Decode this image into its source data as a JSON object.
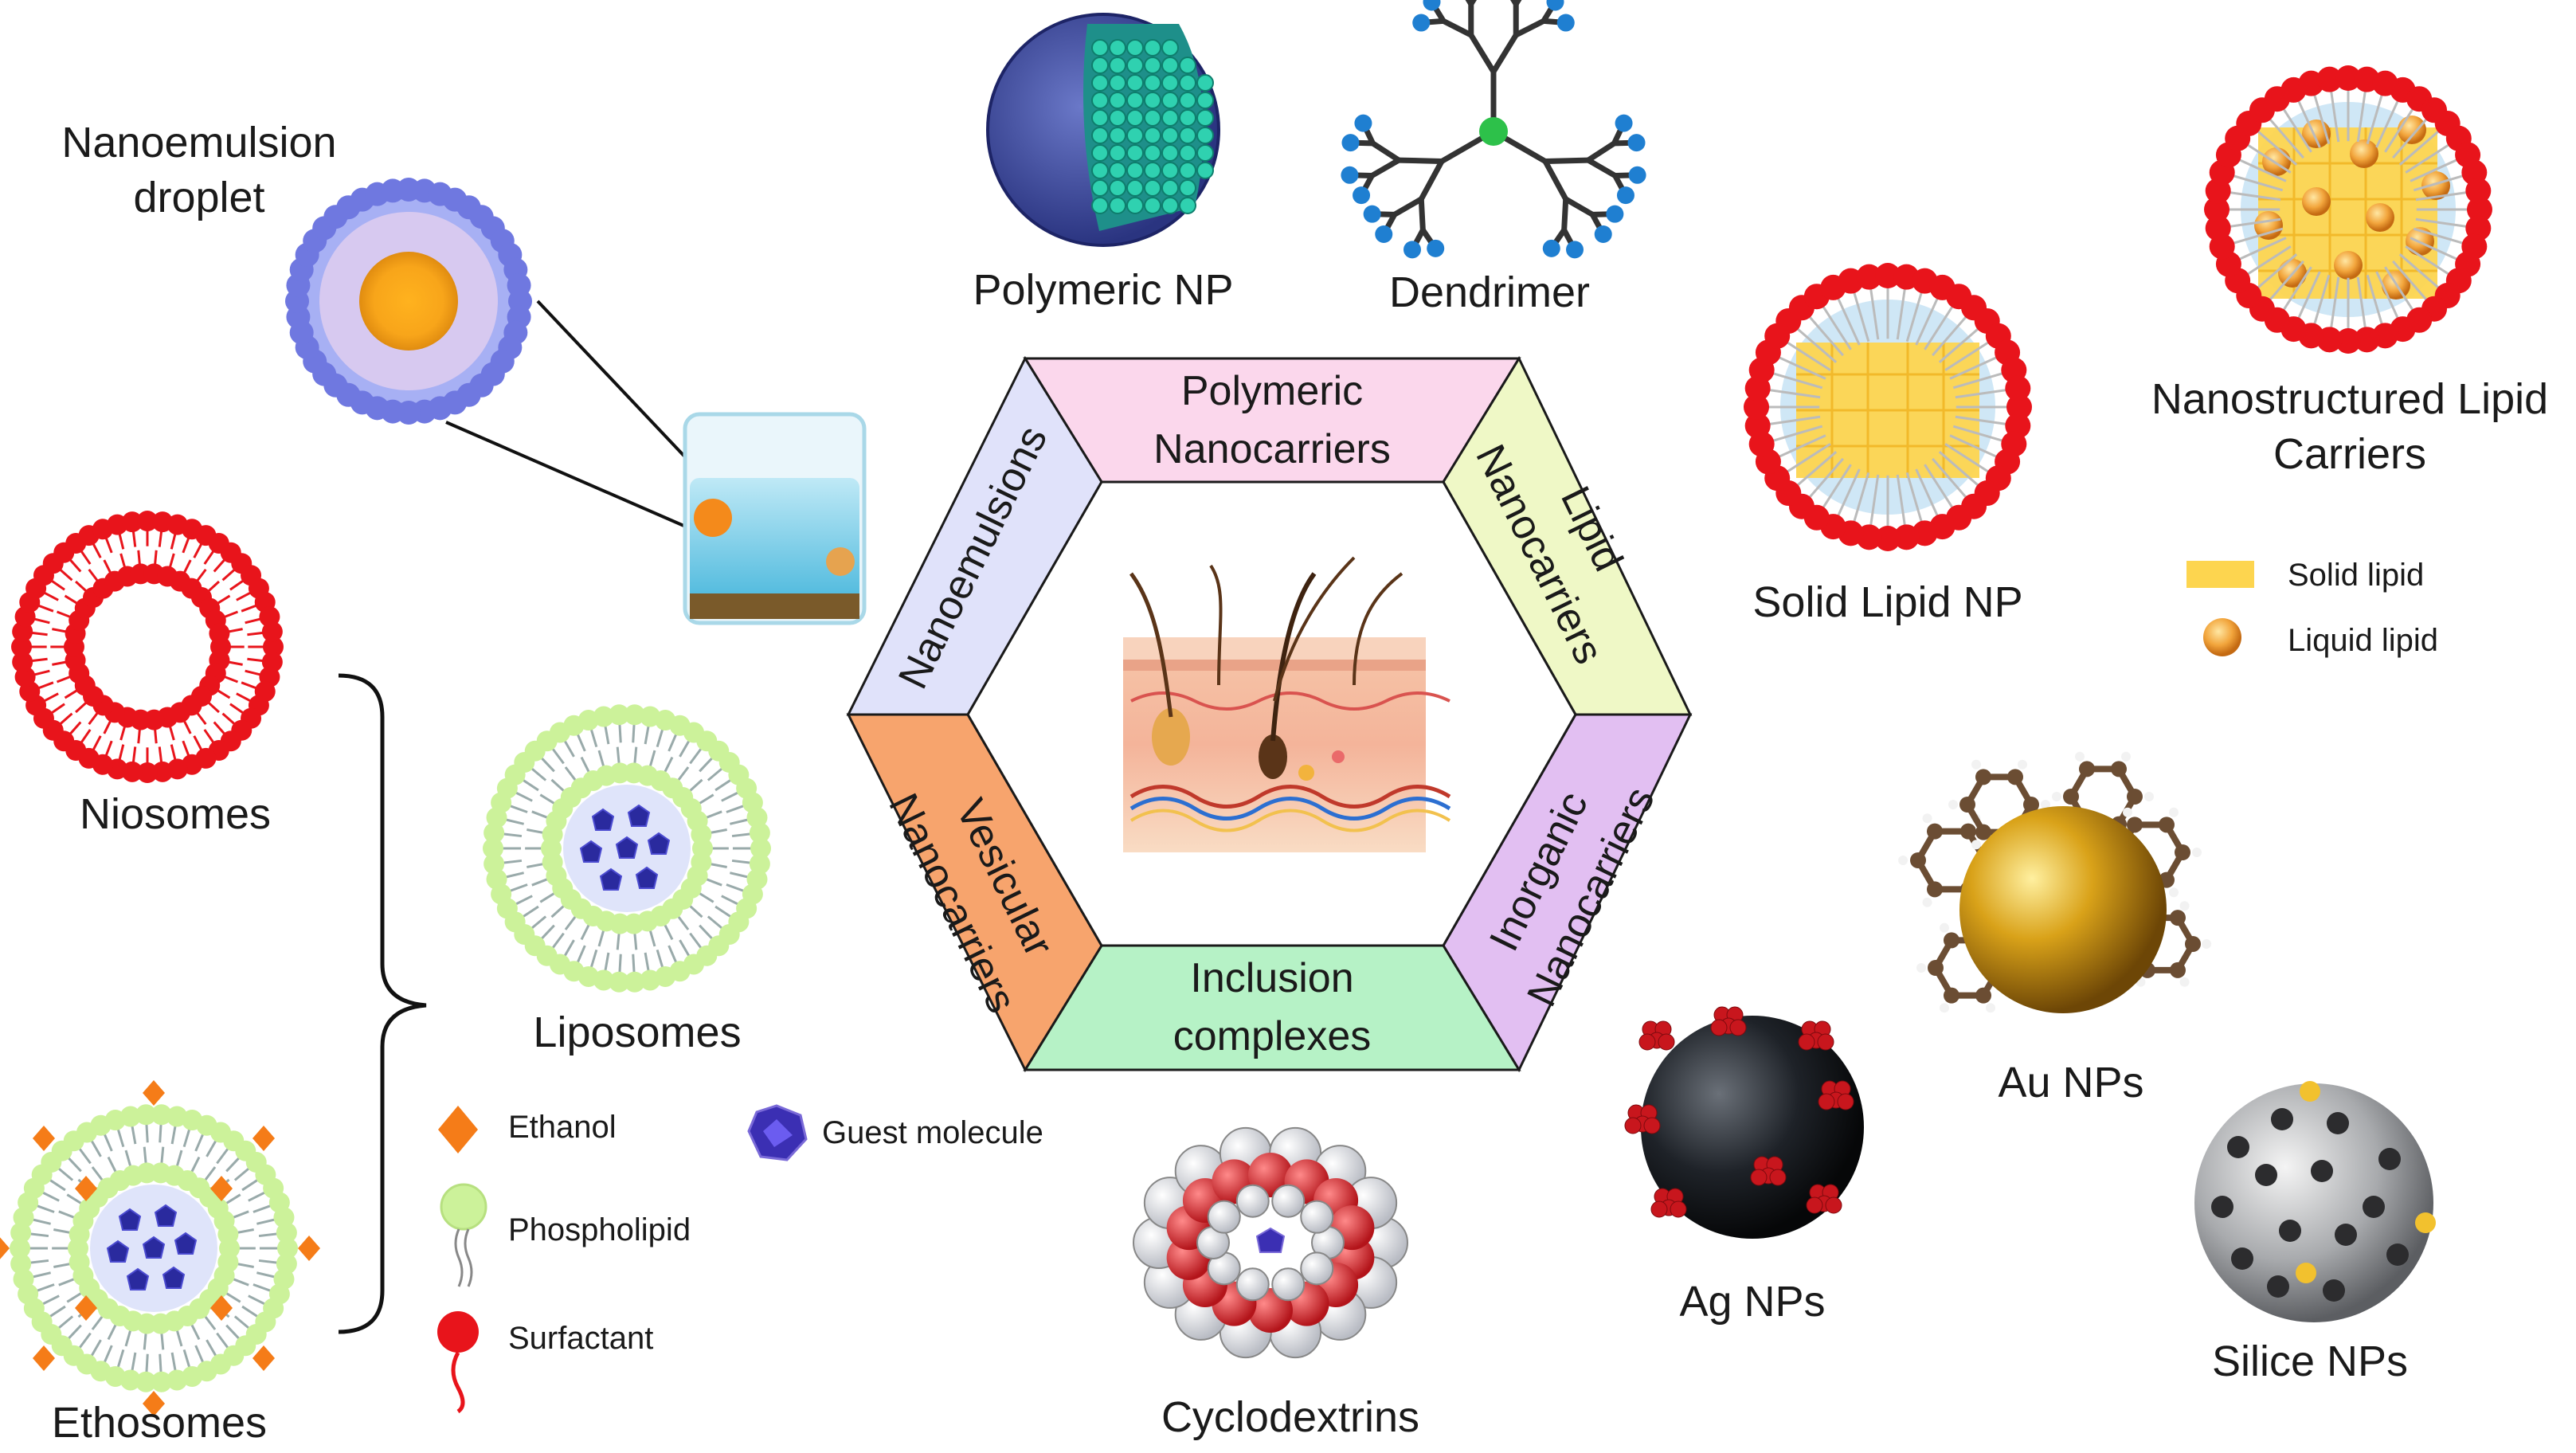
{
  "center_hexagon": {
    "segments": [
      {
        "key": "polymeric",
        "line1": "Polymeric",
        "line2": "Nanocarriers",
        "color": "#fbd7ec"
      },
      {
        "key": "lipid",
        "line1": "Lipid",
        "line2": "Nanocarriers",
        "color": "#eff8c6"
      },
      {
        "key": "inorganic",
        "line1": "Inorganic",
        "line2": "Nanocarriers",
        "color": "#e2bff2"
      },
      {
        "key": "inclusion",
        "line1": "Inclusion",
        "line2": "complexes",
        "color": "#b6f2c6"
      },
      {
        "key": "vesicular",
        "line1": "Vesicular",
        "line2": "Nanocarriers",
        "color": "#f7a46d"
      },
      {
        "key": "nanoemulsions",
        "line1": "Nanoemulsions",
        "line2": "",
        "color": "#e0e2fa"
      }
    ],
    "center_icon": "skin-cross-section-icon"
  },
  "labels": {
    "nanoemulsion_droplet_1": "Nanoemulsion",
    "nanoemulsion_droplet_2": "droplet",
    "polymeric_np": "Polymeric NP",
    "dendrimer": "Dendrimer",
    "solid_lipid_np": "Solid Lipid NP",
    "nlc_1": "Nanostructured Lipid",
    "nlc_2": "Carriers",
    "niosomes": "Niosomes",
    "liposomes": "Liposomes",
    "ethosomes": "Ethosomes",
    "cyclodextrins": "Cyclodextrins",
    "ag_nps": "Ag NPs",
    "au_nps": "Au NPs",
    "silice_nps": "Silice NPs"
  },
  "legend_lipid": {
    "solid": "Solid lipid",
    "liquid": "Liquid lipid"
  },
  "legend_vesicle": {
    "ethanol": "Ethanol",
    "phospholipid": "Phospholipid",
    "surfactant": "Surfactant",
    "guest": "Guest molecule"
  },
  "colors": {
    "hex_border": "#1a1a1a",
    "surfactant_red": "#e8141b",
    "phospholipid_green": "#ccf29a",
    "solid_lipid_yellow": "#fdd54f",
    "ethanol_orange": "#f57c18",
    "guest_blue": "#2a2a9e"
  }
}
